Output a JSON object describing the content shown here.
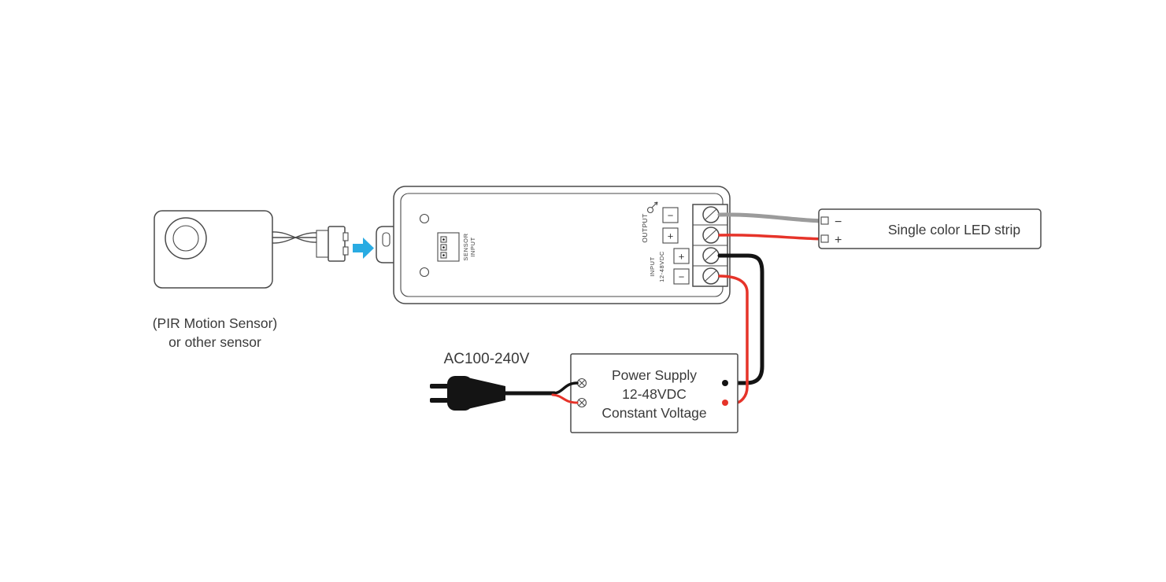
{
  "pir_sensor": {
    "label_line1": "(PIR Motion Sensor)",
    "label_line2": "or other sensor"
  },
  "controller": {
    "sensor_port": {
      "line1": "SENSOR",
      "line2": "INPUT"
    },
    "output": {
      "label": "OUTPUT",
      "minus": "−",
      "plus": "+"
    },
    "input": {
      "label": "INPUT",
      "voltage": "12-48VDC",
      "plus": "+",
      "minus": "−"
    }
  },
  "led_strip": {
    "label": "Single color LED strip",
    "minus": "−",
    "plus": "+"
  },
  "power_supply": {
    "line1": "Power Supply",
    "line2": "12-48VDC",
    "line3": "Constant Voltage",
    "ac_label": "AC100-240V"
  },
  "colors": {
    "outline": "#4a4a4a",
    "wire_black": "#141414",
    "wire_red": "#e63329",
    "wire_gray": "#9b9b9b",
    "arrow_blue": "#29abe2",
    "text": "#3a3a3a"
  }
}
